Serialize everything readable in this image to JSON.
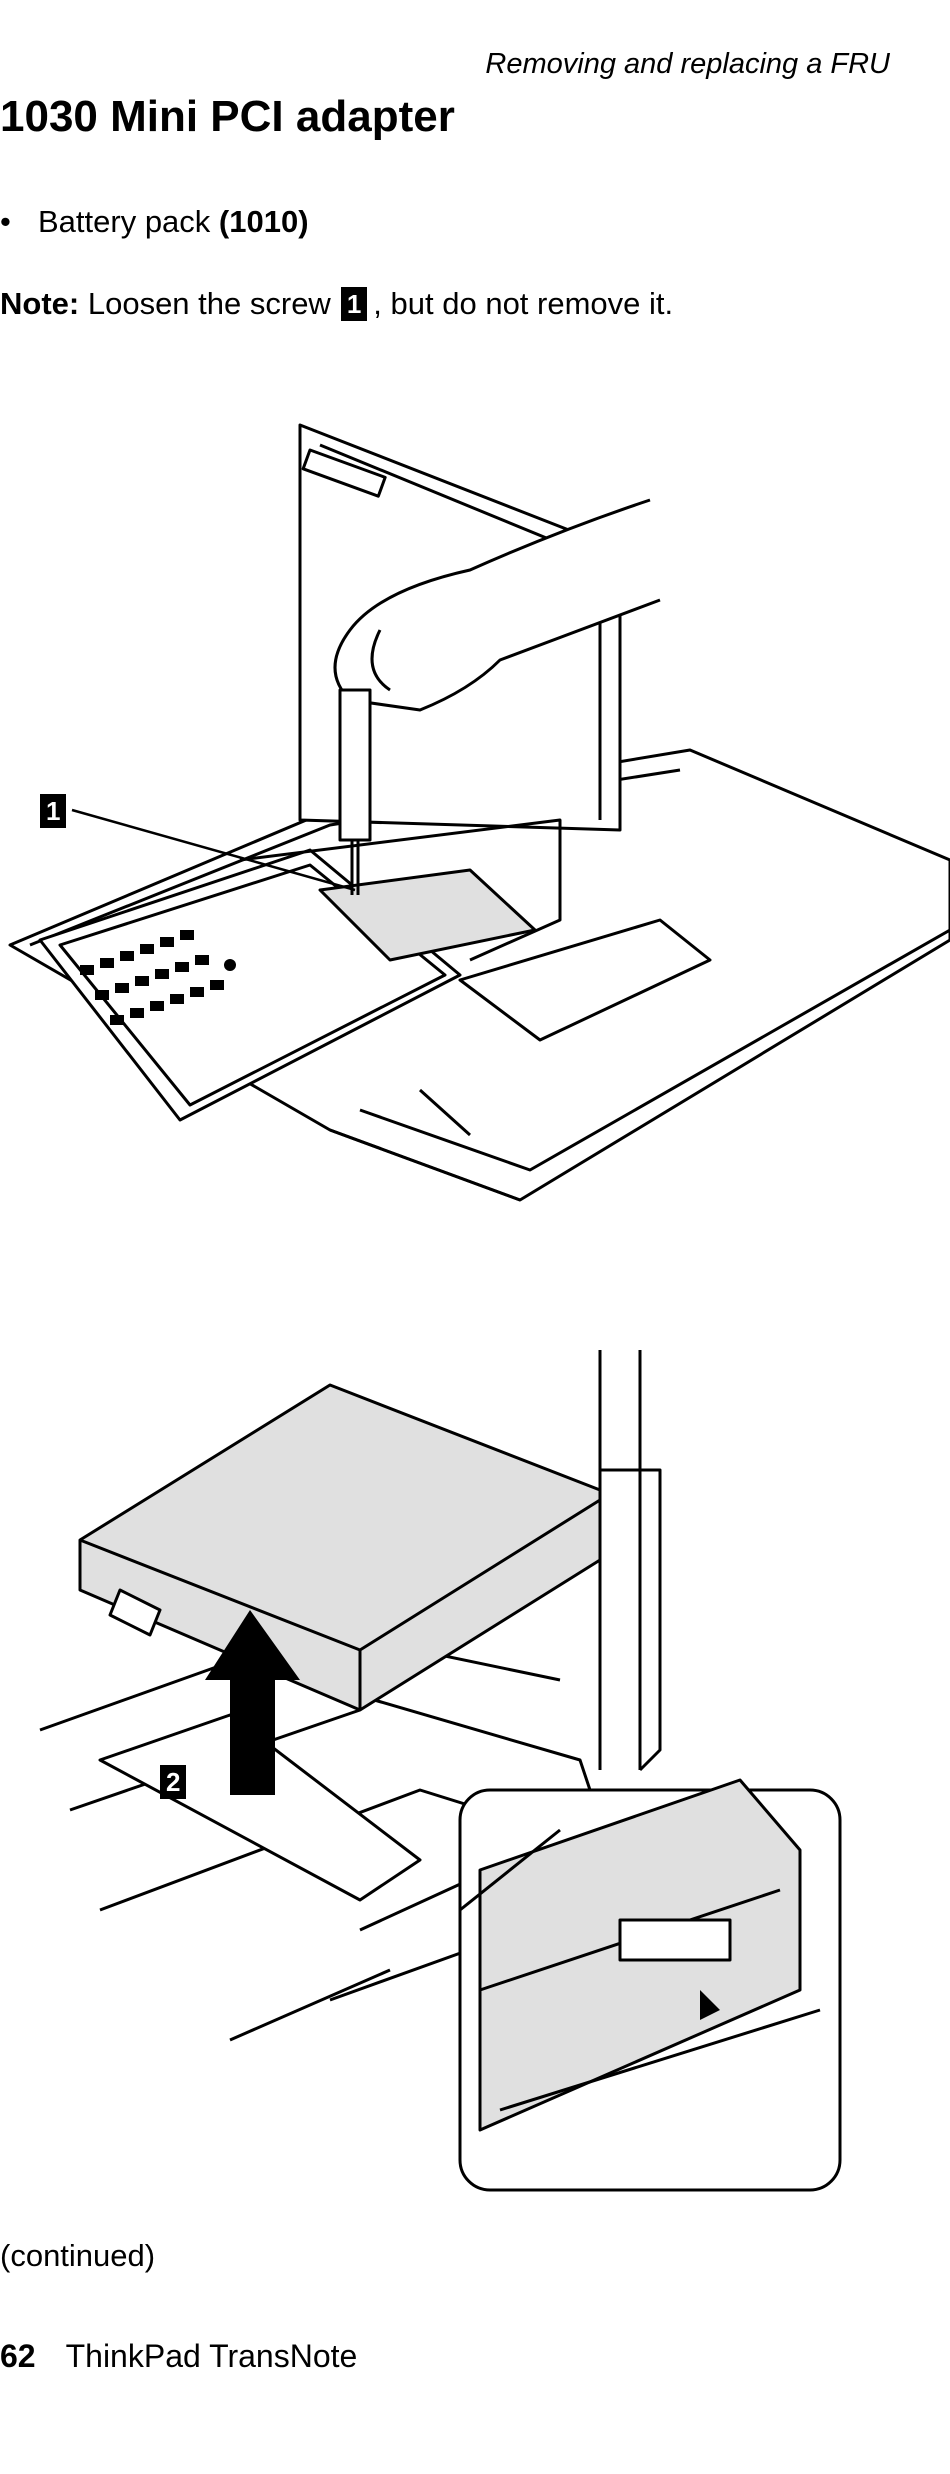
{
  "header": {
    "running_title": "Removing and replacing a FRU"
  },
  "section": {
    "title": "1030 Mini PCI adapter",
    "prerequisite": {
      "bullet": "•",
      "text": "Battery pack ",
      "ref": "(1010)"
    },
    "note": {
      "label": "Note:",
      "before": "Loosen the screw",
      "callout": "1",
      "after": ", but do not remove it."
    }
  },
  "figure1": {
    "callouts": [
      "1"
    ]
  },
  "figure2": {
    "callouts": [
      "2"
    ]
  },
  "continued": "(continued)",
  "footer": {
    "page_number": "62",
    "book_title": "ThinkPad TransNote"
  }
}
